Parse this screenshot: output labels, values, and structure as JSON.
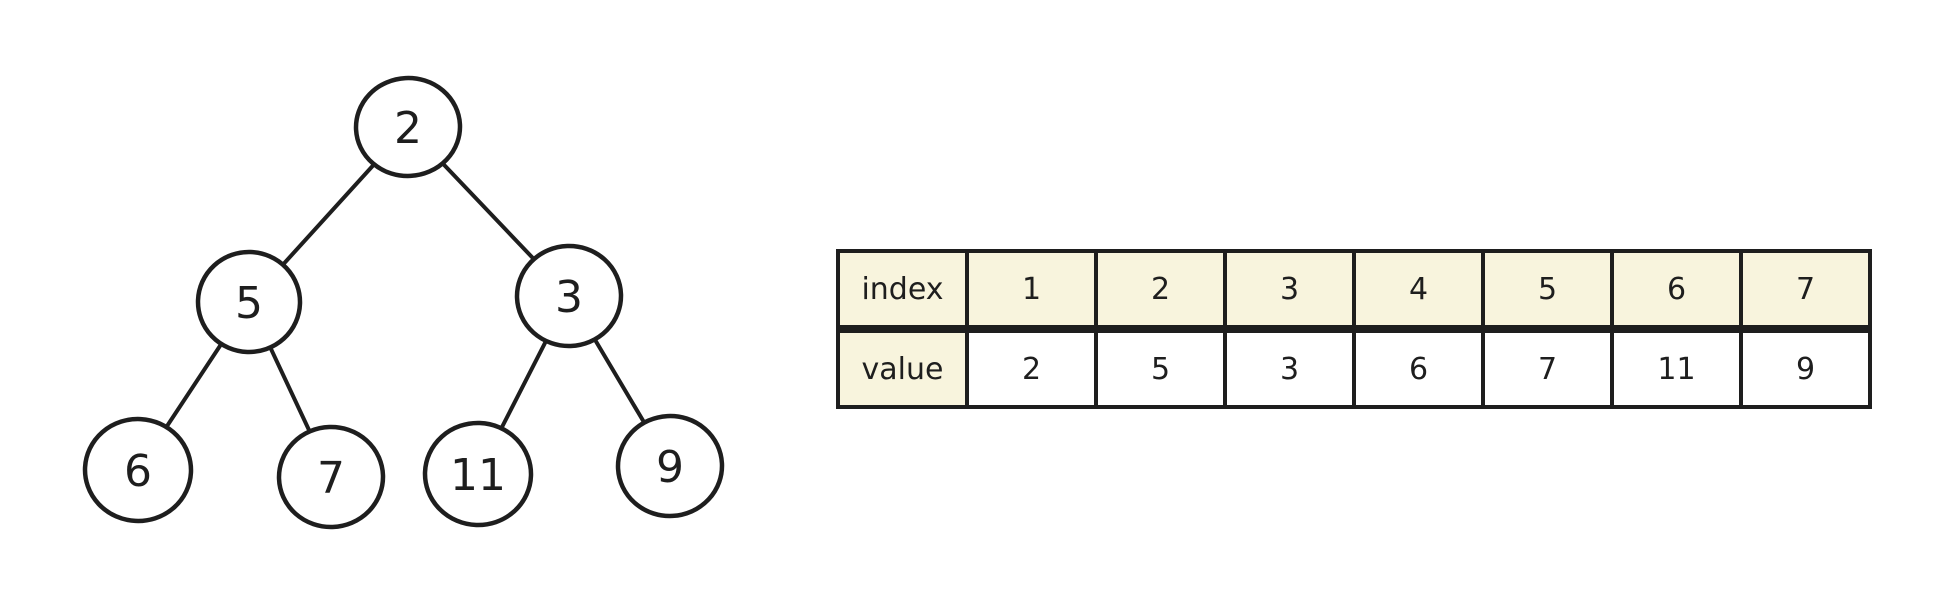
{
  "tree": {
    "nodes": [
      {
        "id": "n1",
        "value": "2"
      },
      {
        "id": "n2",
        "value": "5"
      },
      {
        "id": "n3",
        "value": "3"
      },
      {
        "id": "n4",
        "value": "6"
      },
      {
        "id": "n5",
        "value": "7"
      },
      {
        "id": "n6",
        "value": "11"
      },
      {
        "id": "n7",
        "value": "9"
      }
    ],
    "edges": [
      [
        "n1",
        "n2"
      ],
      [
        "n1",
        "n3"
      ],
      [
        "n2",
        "n4"
      ],
      [
        "n2",
        "n5"
      ],
      [
        "n3",
        "n6"
      ],
      [
        "n3",
        "n7"
      ]
    ]
  },
  "table": {
    "rows": [
      {
        "label": "index",
        "cells": [
          "1",
          "2",
          "3",
          "4",
          "5",
          "6",
          "7"
        ],
        "highlighted": true
      },
      {
        "label": "value",
        "cells": [
          "2",
          "5",
          "3",
          "6",
          "7",
          "11",
          "9"
        ],
        "highlighted": false
      }
    ]
  },
  "colors": {
    "stroke": "#1e1e1e",
    "cell_highlight": "#f8f4dd",
    "cell_plain": "#ffffff",
    "background": "#ffffff"
  }
}
